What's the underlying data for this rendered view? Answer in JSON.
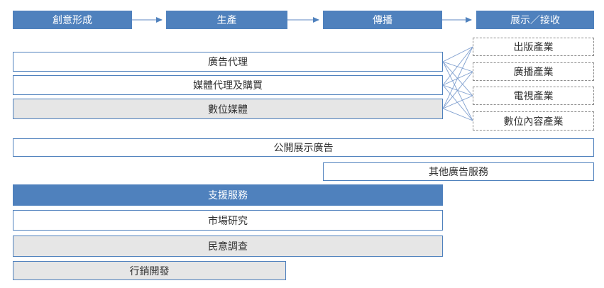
{
  "stages": [
    "創意形成",
    "生產",
    "傳播",
    "展示／接收"
  ],
  "agency_rows": [
    "廣告代理",
    "媒體代理及購買",
    "數位媒體"
  ],
  "industries": [
    "出版產業",
    "廣播產業",
    "電視產業",
    "數位內容產業"
  ],
  "public_display": "公開展示廣告",
  "other_services": "其他廣告服務",
  "support": {
    "header": "支援服務",
    "items": [
      "市場研究",
      "民意調查",
      "行銷開發"
    ]
  },
  "colors": {
    "stage_fill": "#4f81bd",
    "stage_text": "#ffffff",
    "box_border": "#4f81bd",
    "gray_fill": "#e6e6e6",
    "connector": "#7f9fcf",
    "dashed_border": "#8c8c8c"
  }
}
